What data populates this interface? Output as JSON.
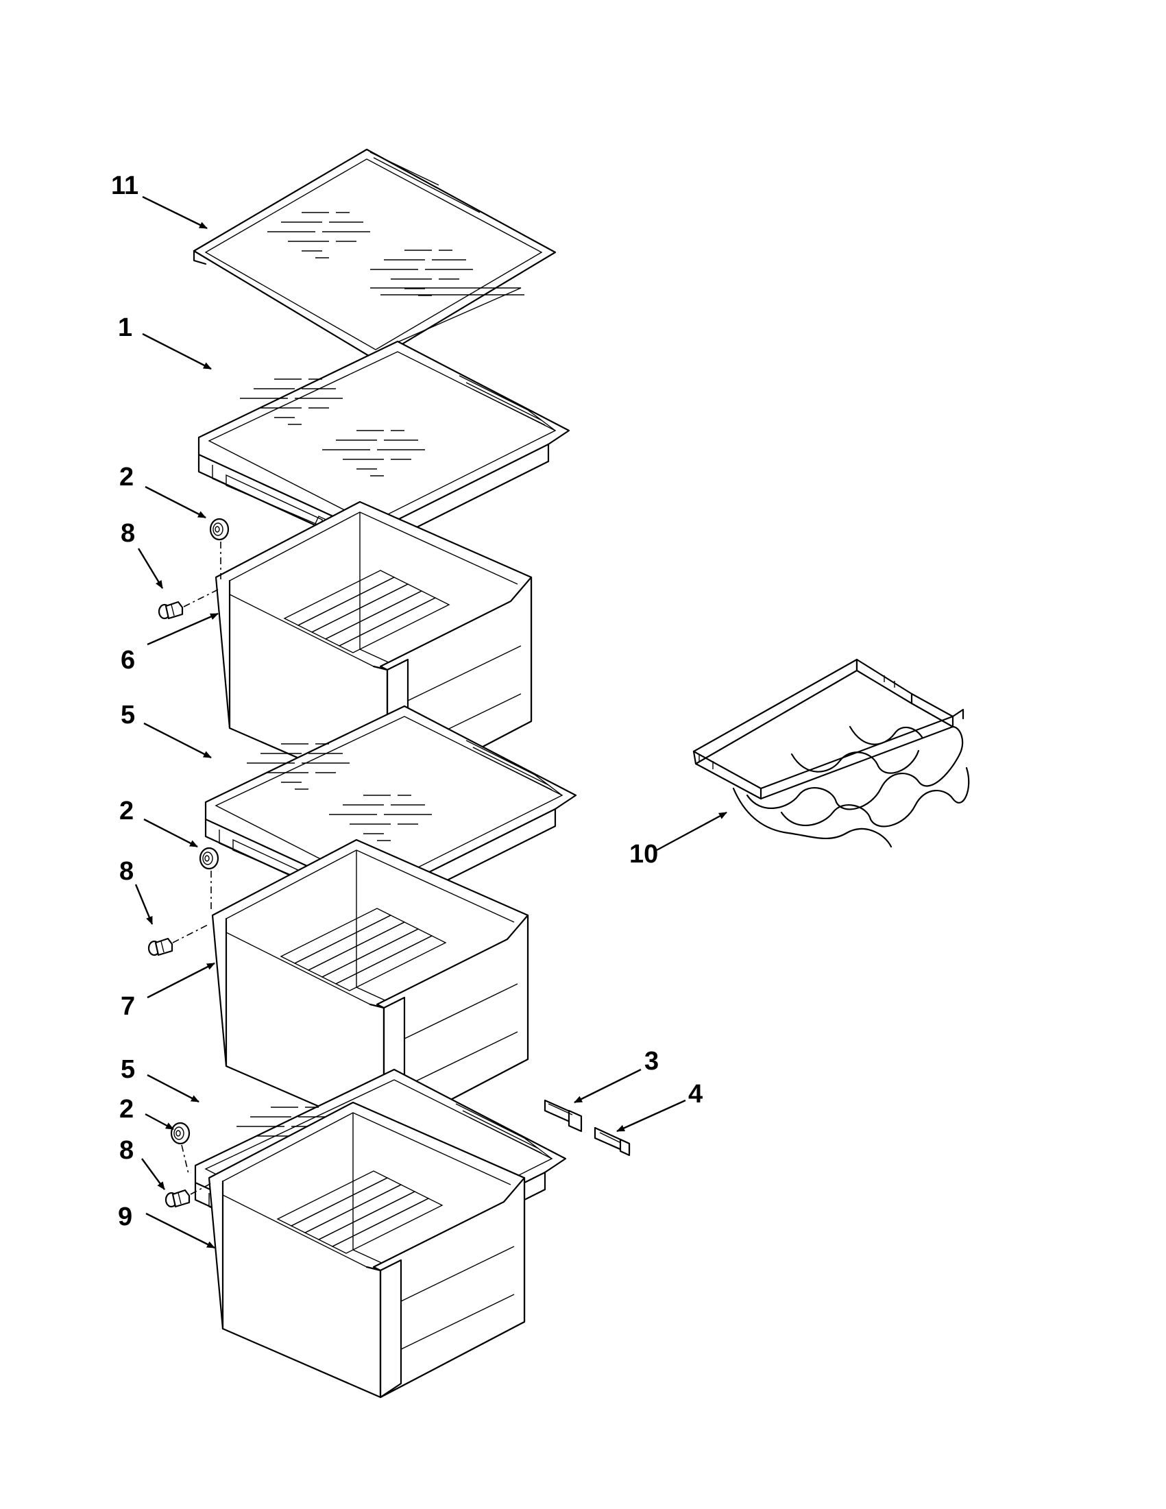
{
  "callouts": [
    {
      "id": "c11",
      "label": "11"
    },
    {
      "id": "c1",
      "label": "1"
    },
    {
      "id": "c2a",
      "label": "2"
    },
    {
      "id": "c8a",
      "label": "8"
    },
    {
      "id": "c6",
      "label": "6"
    },
    {
      "id": "c5a",
      "label": "5"
    },
    {
      "id": "c2b",
      "label": "2"
    },
    {
      "id": "c8b",
      "label": "8"
    },
    {
      "id": "c7",
      "label": "7"
    },
    {
      "id": "c5b",
      "label": "5"
    },
    {
      "id": "c2c",
      "label": "2"
    },
    {
      "id": "c8c",
      "label": "8"
    },
    {
      "id": "c9",
      "label": "9"
    },
    {
      "id": "c3",
      "label": "3"
    },
    {
      "id": "c4",
      "label": "4"
    },
    {
      "id": "c10",
      "label": "10"
    }
  ]
}
